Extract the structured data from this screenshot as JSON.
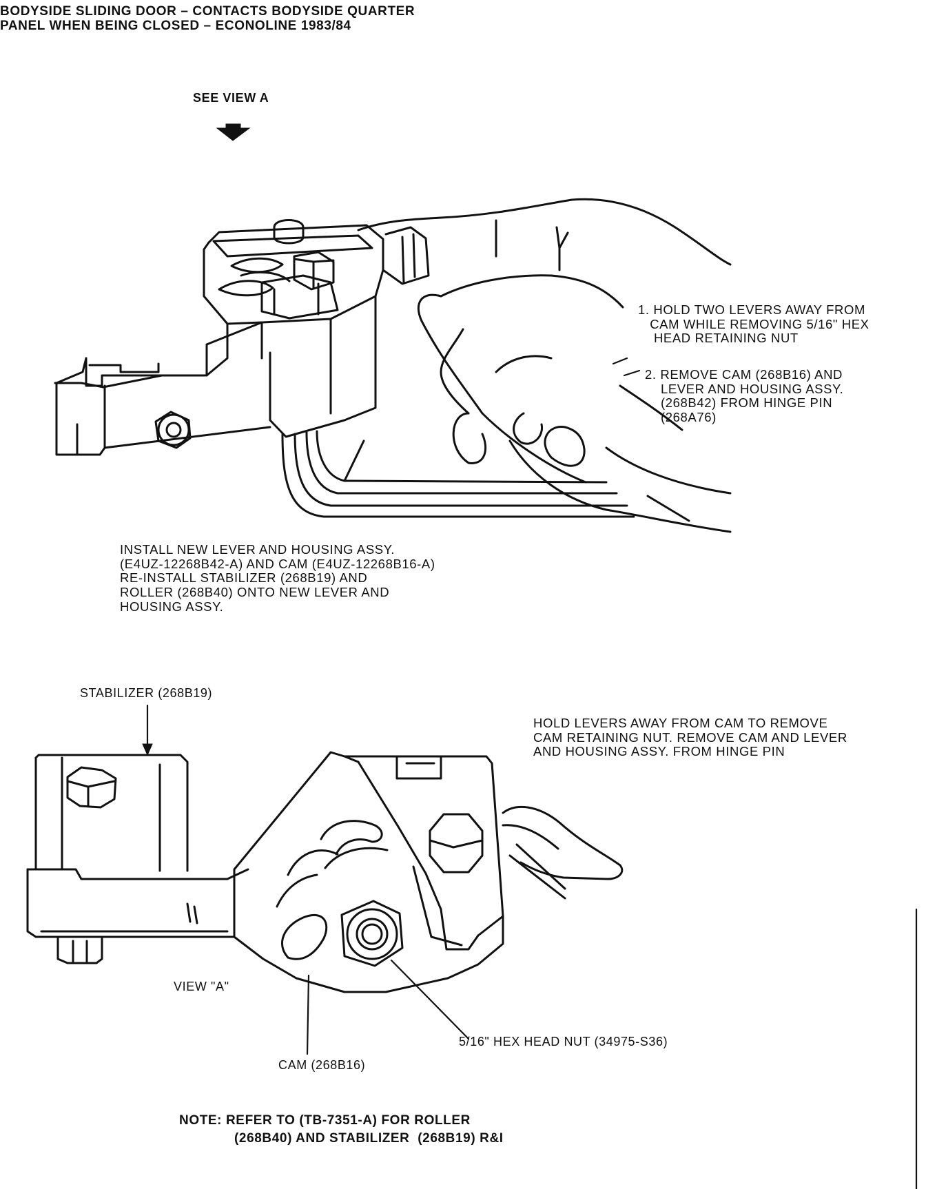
{
  "header": {
    "title_line1": "BODYSIDE SLIDING DOOR – CONTACTS BODYSIDE QUARTER",
    "title_line2": "PANEL WHEN BEING CLOSED – ECONOLINE 1983/84"
  },
  "top_figure": {
    "see_view": "SEE VIEW A",
    "steps": [
      "1. HOLD TWO LEVERS AWAY FROM\n   CAM WHILE REMOVING 5/16\" HEX\n    HEAD RETAINING NUT",
      "2. REMOVE CAM (268B16) AND\n    LEVER AND HOUSING ASSY.\n    (268B42) FROM HINGE PIN\n    (268A76)"
    ],
    "install_text": "INSTALL NEW LEVER AND HOUSING ASSY.\n(E4UZ-12268B42-A) AND CAM (E4UZ-12268B16-A)\nRE-INSTALL STABILIZER (268B19) AND\nROLLER (268B40) ONTO NEW LEVER AND\nHOUSING ASSY."
  },
  "bottom_figure": {
    "stabilizer_label": "STABILIZER (268B19)",
    "hold_text": "HOLD LEVERS AWAY FROM CAM TO REMOVE\nCAM RETAINING NUT. REMOVE CAM AND LEVER\nAND HOUSING ASSY. FROM HINGE PIN",
    "view_label": "VIEW \"A\"",
    "nut_label": "5/16\" HEX HEAD NUT (34975-S36)",
    "cam_label": "CAM (268B16)"
  },
  "note": {
    "line1": "NOTE: REFER TO (TB-7351-A) FOR ROLLER",
    "line2": "(268B40) AND STABILIZER  (268B19) R&I"
  },
  "icons": {
    "arrow": "down-arrow-icon"
  }
}
